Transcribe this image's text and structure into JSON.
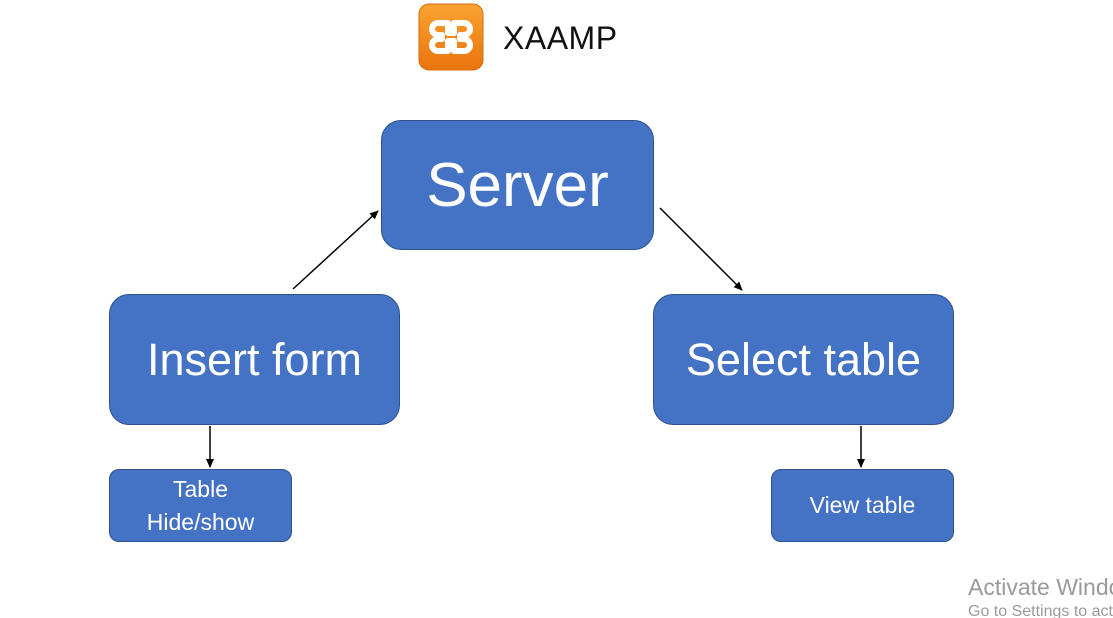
{
  "header": {
    "title": "XAAMP",
    "logo_icon": "xampp-logo-icon",
    "logo_color": "#f28c1b"
  },
  "nodes": {
    "server": "Server",
    "insert_form": "Insert form",
    "select_table": "Select table",
    "table_hide_show": [
      "Table",
      "Hide/show"
    ],
    "view_table": "View table"
  },
  "colors": {
    "box_fill": "#4472c4",
    "box_border": "#2f528f",
    "text": "#ffffff"
  },
  "watermark": {
    "line1": "Activate Windows",
    "line2": "Go to Settings to activate Windows."
  }
}
